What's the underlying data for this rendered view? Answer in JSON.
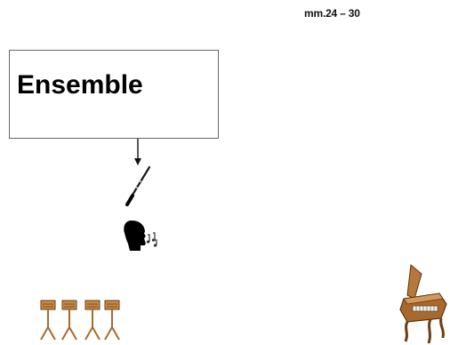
{
  "page_marker": "mm.24 – 30",
  "diagram": {
    "box_title": "Ensemble"
  },
  "icons": {
    "arrow": "down-arrow-icon",
    "clarinet": "clarinet-icon",
    "singer": "singing-head-icon",
    "music_stands": "music-stand-icon",
    "harpsichord": "harpsichord-icon"
  },
  "music_stand_count": 4,
  "colors": {
    "box_border": "#666666",
    "text": "#000000",
    "wood": "#a9692d",
    "wood_dark": "#6b3d14"
  }
}
